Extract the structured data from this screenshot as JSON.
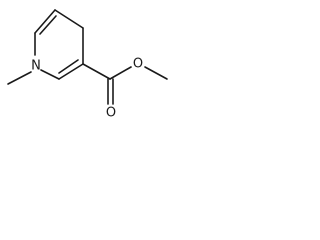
{
  "molecule": {
    "atoms": {
      "ring_nitrogen": "N",
      "carbonyl_oxygen": "O",
      "ester_oxygen": "O"
    },
    "colors": {
      "bond": "#1a1a1a",
      "background": "#ffffff"
    }
  }
}
